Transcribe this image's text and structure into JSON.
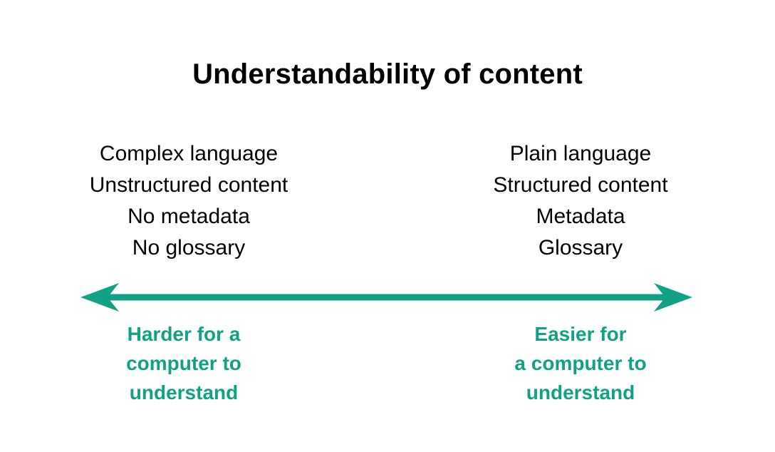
{
  "title": "Understandability of content",
  "colors": {
    "accent": "#11A185",
    "text": "#000000",
    "background": "#FFFFFF"
  },
  "left_column": {
    "items": [
      "Complex language",
      "Unstructured content",
      "No metadata",
      "No glossary"
    ],
    "axis_label": "Harder for a\ncomputer to\nunderstand"
  },
  "right_column": {
    "items": [
      "Plain language",
      "Structured content",
      "Metadata",
      "Glossary"
    ],
    "axis_label": "Easier for\na computer to\nunderstand"
  },
  "axis": {
    "type": "double-headed-arrow",
    "meaning": "spectrum from harder to easier for a computer to understand"
  }
}
